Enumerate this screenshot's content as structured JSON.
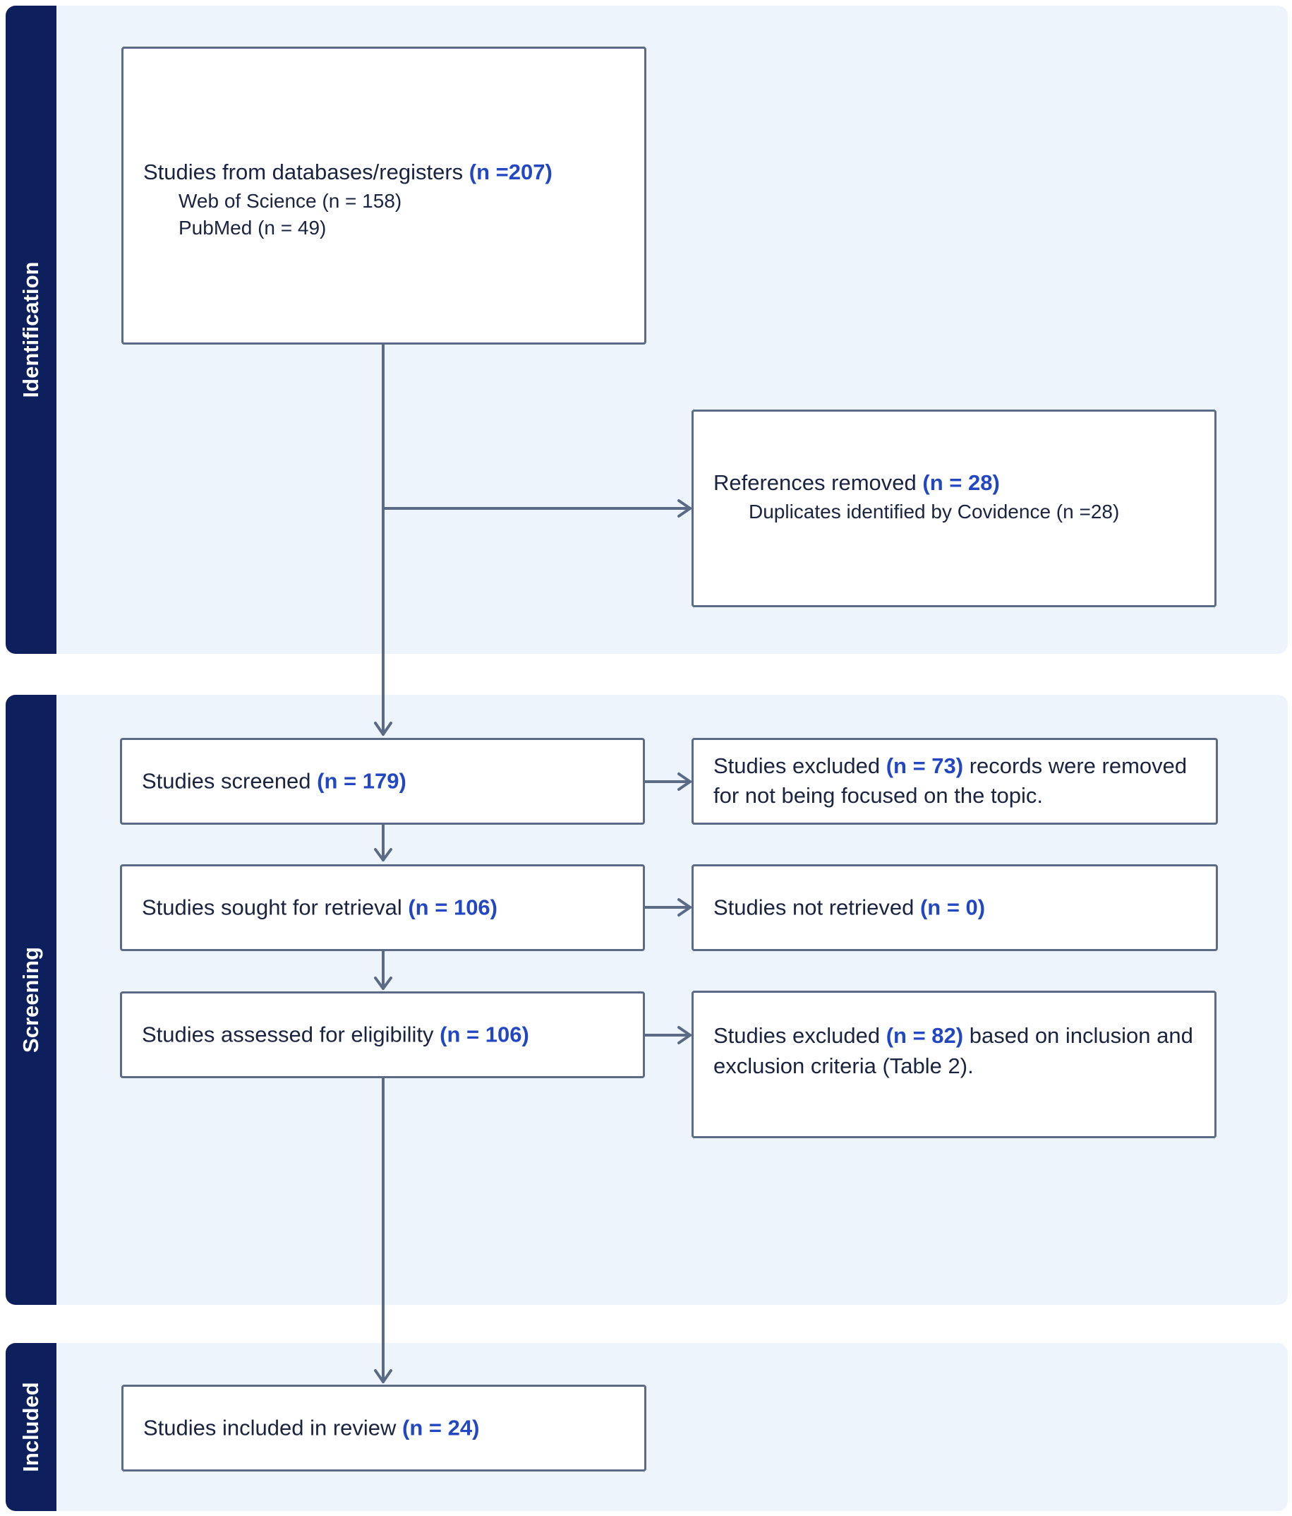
{
  "sections": {
    "identification": "Identification",
    "screening": "Screening",
    "included": "Included"
  },
  "boxes": {
    "databases": {
      "text": "Studies from databases/registers ",
      "count": "(n =207)",
      "sources": [
        "Web of Science (n = 158)",
        "PubMed (n = 49)"
      ]
    },
    "removed": {
      "text": "References removed ",
      "count": "(n = 28)",
      "detail": "Duplicates identified by Covidence (n =28)"
    },
    "screened": {
      "text": "Studies screened ",
      "count": "(n = 179)"
    },
    "excluded_screen": {
      "text": "Studies excluded ",
      "count": "(n = 73)",
      "tail": " records were removed for not being focused on the topic."
    },
    "sought": {
      "text": "Studies sought for retrieval ",
      "count": "(n = 106)"
    },
    "not_retrieved": {
      "text": "Studies not retrieved ",
      "count": "(n = 0)"
    },
    "assessed": {
      "text": "Studies assessed for eligibility ",
      "count": "(n = 106)"
    },
    "excluded_elig": {
      "text": "Studies excluded ",
      "count": "(n = 82)",
      "tail": "  based on inclusion and exclusion criteria (Table 2)."
    },
    "included": {
      "text": "Studies included in review ",
      "count": "(n = 24)"
    }
  },
  "colors": {
    "band": "#0d1f5c",
    "section_bg": "#eef4fc",
    "border": "#5b6b85",
    "count": "#2346c2",
    "arrow": "#5b6b85"
  }
}
